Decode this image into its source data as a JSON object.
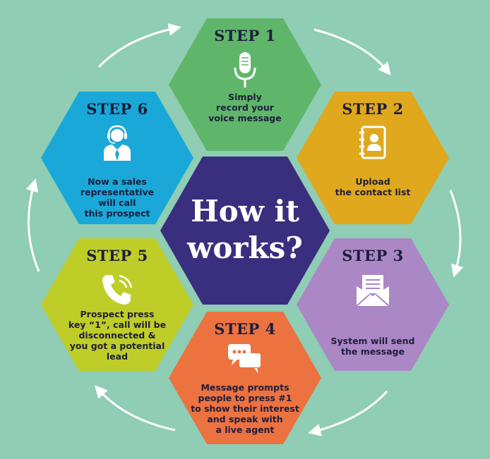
{
  "center": {
    "title": "How it\nworks?"
  },
  "colors": {
    "background": "#8fcdb4",
    "center": "#3a2e7f",
    "step1": "#5fb66b",
    "step2": "#e0a81d",
    "step3": "#ab87c5",
    "step4": "#ec7240",
    "step5": "#bfcd28",
    "step6": "#19a8d8",
    "text_dark": "#1e1e3c"
  },
  "steps": [
    {
      "title": "STEP 1",
      "text": "Simply\nrecord your\nvoice message",
      "icon": "microphone-icon"
    },
    {
      "title": "STEP 2",
      "text": "Upload\nthe contact list",
      "icon": "contact-book-icon"
    },
    {
      "title": "STEP 3",
      "text": "System will send\nthe message",
      "icon": "envelope-icon"
    },
    {
      "title": "STEP 4",
      "text": "Message prompts\npeople to press #1\nto show their interest\nand speak with\na live agent",
      "icon": "chat-bubbles-icon"
    },
    {
      "title": "STEP 5",
      "text": "Prospect press\nkey “1”, call will be\ndisconnected &\nyou got a potential\nlead",
      "icon": "phone-icon"
    },
    {
      "title": "STEP 6",
      "text": "Now a sales\nrepresentative\nwill call\nthis prospect",
      "icon": "headset-agent-icon"
    }
  ]
}
